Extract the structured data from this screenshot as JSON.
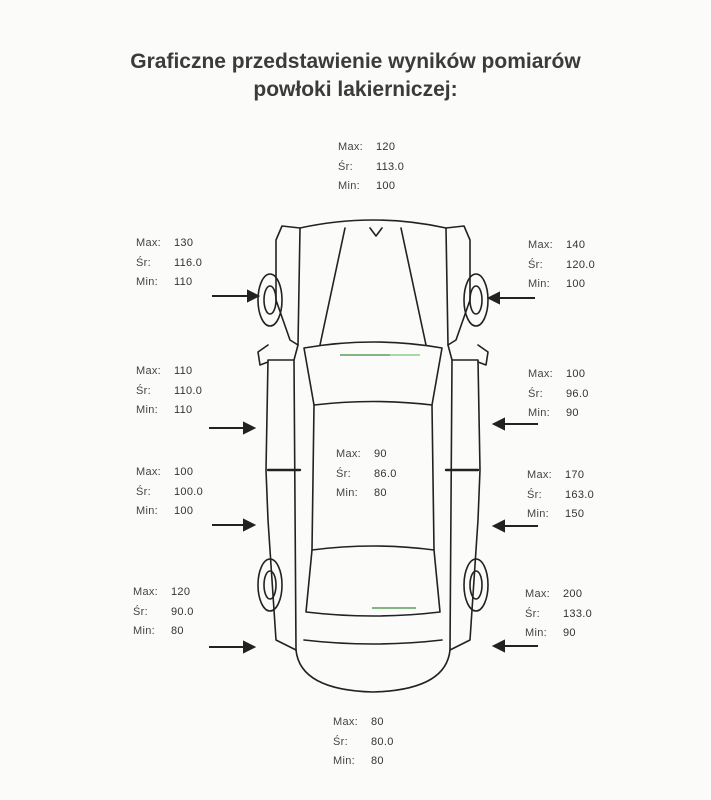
{
  "title": {
    "line1": "Graficzne przedstawienie wyników pomiarów",
    "line2": "powłoki lakierniczej:"
  },
  "labels": {
    "max": "Max:",
    "avg": "Śr:",
    "min": "Min:"
  },
  "measurements": {
    "hood": {
      "max": "120",
      "avg": "113.0",
      "min": "100"
    },
    "front_left": {
      "max": "130",
      "avg": "116.0",
      "min": "110"
    },
    "front_right": {
      "max": "140",
      "avg": "120.0",
      "min": "100"
    },
    "door_front_left": {
      "max": "110",
      "avg": "110.0",
      "min": "110"
    },
    "door_front_right": {
      "max": "100",
      "avg": "96.0",
      "min": "90"
    },
    "roof": {
      "max": "90",
      "avg": "86.0",
      "min": "80"
    },
    "door_rear_left": {
      "max": "100",
      "avg": "100.0",
      "min": "100"
    },
    "door_rear_right": {
      "max": "170",
      "avg": "163.0",
      "min": "150"
    },
    "rear_left": {
      "max": "120",
      "avg": "90.0",
      "min": "80"
    },
    "rear_right": {
      "max": "200",
      "avg": "133.0",
      "min": "90"
    },
    "trunk": {
      "max": "80",
      "avg": "80.0",
      "min": "80"
    }
  }
}
